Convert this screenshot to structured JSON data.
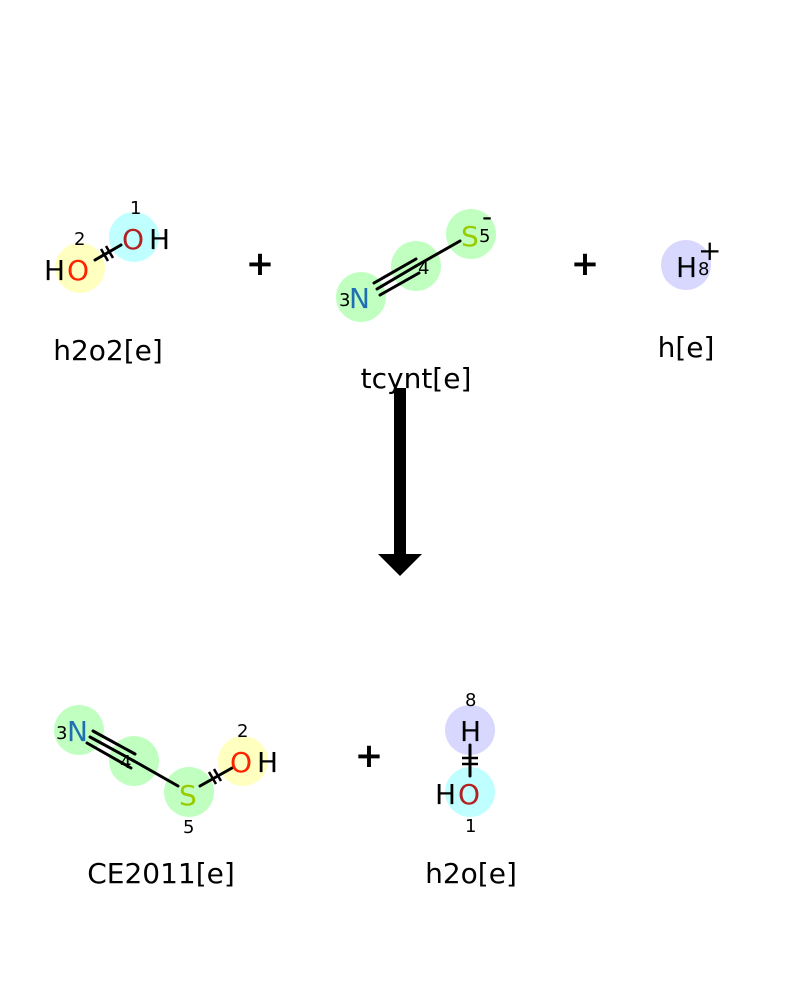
{
  "reaction": {
    "reactants": [
      {
        "label": "h2o2[e]",
        "atoms": [
          {
            "element_left": "H",
            "element": "O",
            "map": "2",
            "element_color": "#ff2200",
            "highlight": "#ffffc0"
          },
          {
            "element": "O",
            "element_right": "H",
            "map": "1",
            "element_color": "#b22222",
            "highlight": "#c0ffff"
          }
        ]
      },
      {
        "label": "tcynt[e]",
        "atoms": [
          {
            "element": "N",
            "map": "3",
            "element_color": "#1f6fb2",
            "highlight": "#c0ffc0"
          },
          {
            "element": "",
            "map": "4",
            "highlight": "#c0ffc0"
          },
          {
            "element": "S",
            "map": "5",
            "charge": "-",
            "element_color": "#99cc00",
            "highlight": "#c0ffc0"
          }
        ]
      },
      {
        "label": "h[e]",
        "atoms": [
          {
            "element": "H",
            "map": "8",
            "charge": "+",
            "element_color": "#000000",
            "highlight": "#d8d8ff"
          }
        ]
      }
    ],
    "products": [
      {
        "label": "CE2011[e]",
        "atoms": [
          {
            "element": "N",
            "map": "3",
            "element_color": "#1f6fb2",
            "highlight": "#c0ffc0"
          },
          {
            "element": "",
            "map": "4",
            "highlight": "#c0ffc0"
          },
          {
            "element": "S",
            "map": "5",
            "element_color": "#99cc00",
            "highlight": "#c0ffc0"
          },
          {
            "element": "O",
            "element_right": "H",
            "map": "2",
            "element_color": "#ff2200",
            "highlight": "#ffffc0"
          }
        ]
      },
      {
        "label": "h2o[e]",
        "atoms": [
          {
            "element": "H",
            "map": "8",
            "element_color": "#000000",
            "highlight": "#d8d8ff"
          },
          {
            "element_left": "H",
            "element": "O",
            "map": "1",
            "element_color": "#b22222",
            "highlight": "#c0ffff"
          }
        ]
      }
    ],
    "plus_sign": "+"
  }
}
